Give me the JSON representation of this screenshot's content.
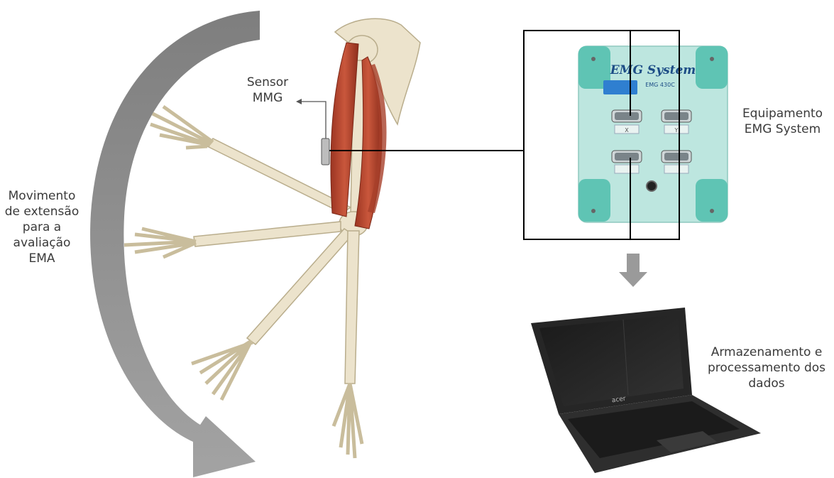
{
  "labels": {
    "movement": [
      "Movimento",
      "de extensão",
      "para a",
      "avaliação",
      "EMA"
    ],
    "sensor": [
      "Sensor",
      "MMG"
    ],
    "equipment": [
      "Equipamento",
      "EMG System"
    ],
    "storage": [
      "Armazenamento e",
      "processamento dos",
      "dados"
    ]
  },
  "device": {
    "brand": "EMG System",
    "model": "EMG 430C",
    "port_labels": [
      "X",
      "Y",
      "",
      ""
    ]
  },
  "laptop": {
    "brand": "acer"
  },
  "colors": {
    "arc_arrow": "#8c8c8c",
    "muscle": "#b5452f",
    "bone": "#ece3cc",
    "device_body": "#bde6df",
    "device_corner": "#5fc4b4",
    "laptop_body": "#262626",
    "frame_line": "#000000",
    "down_arrow": "#9a9a9a"
  }
}
